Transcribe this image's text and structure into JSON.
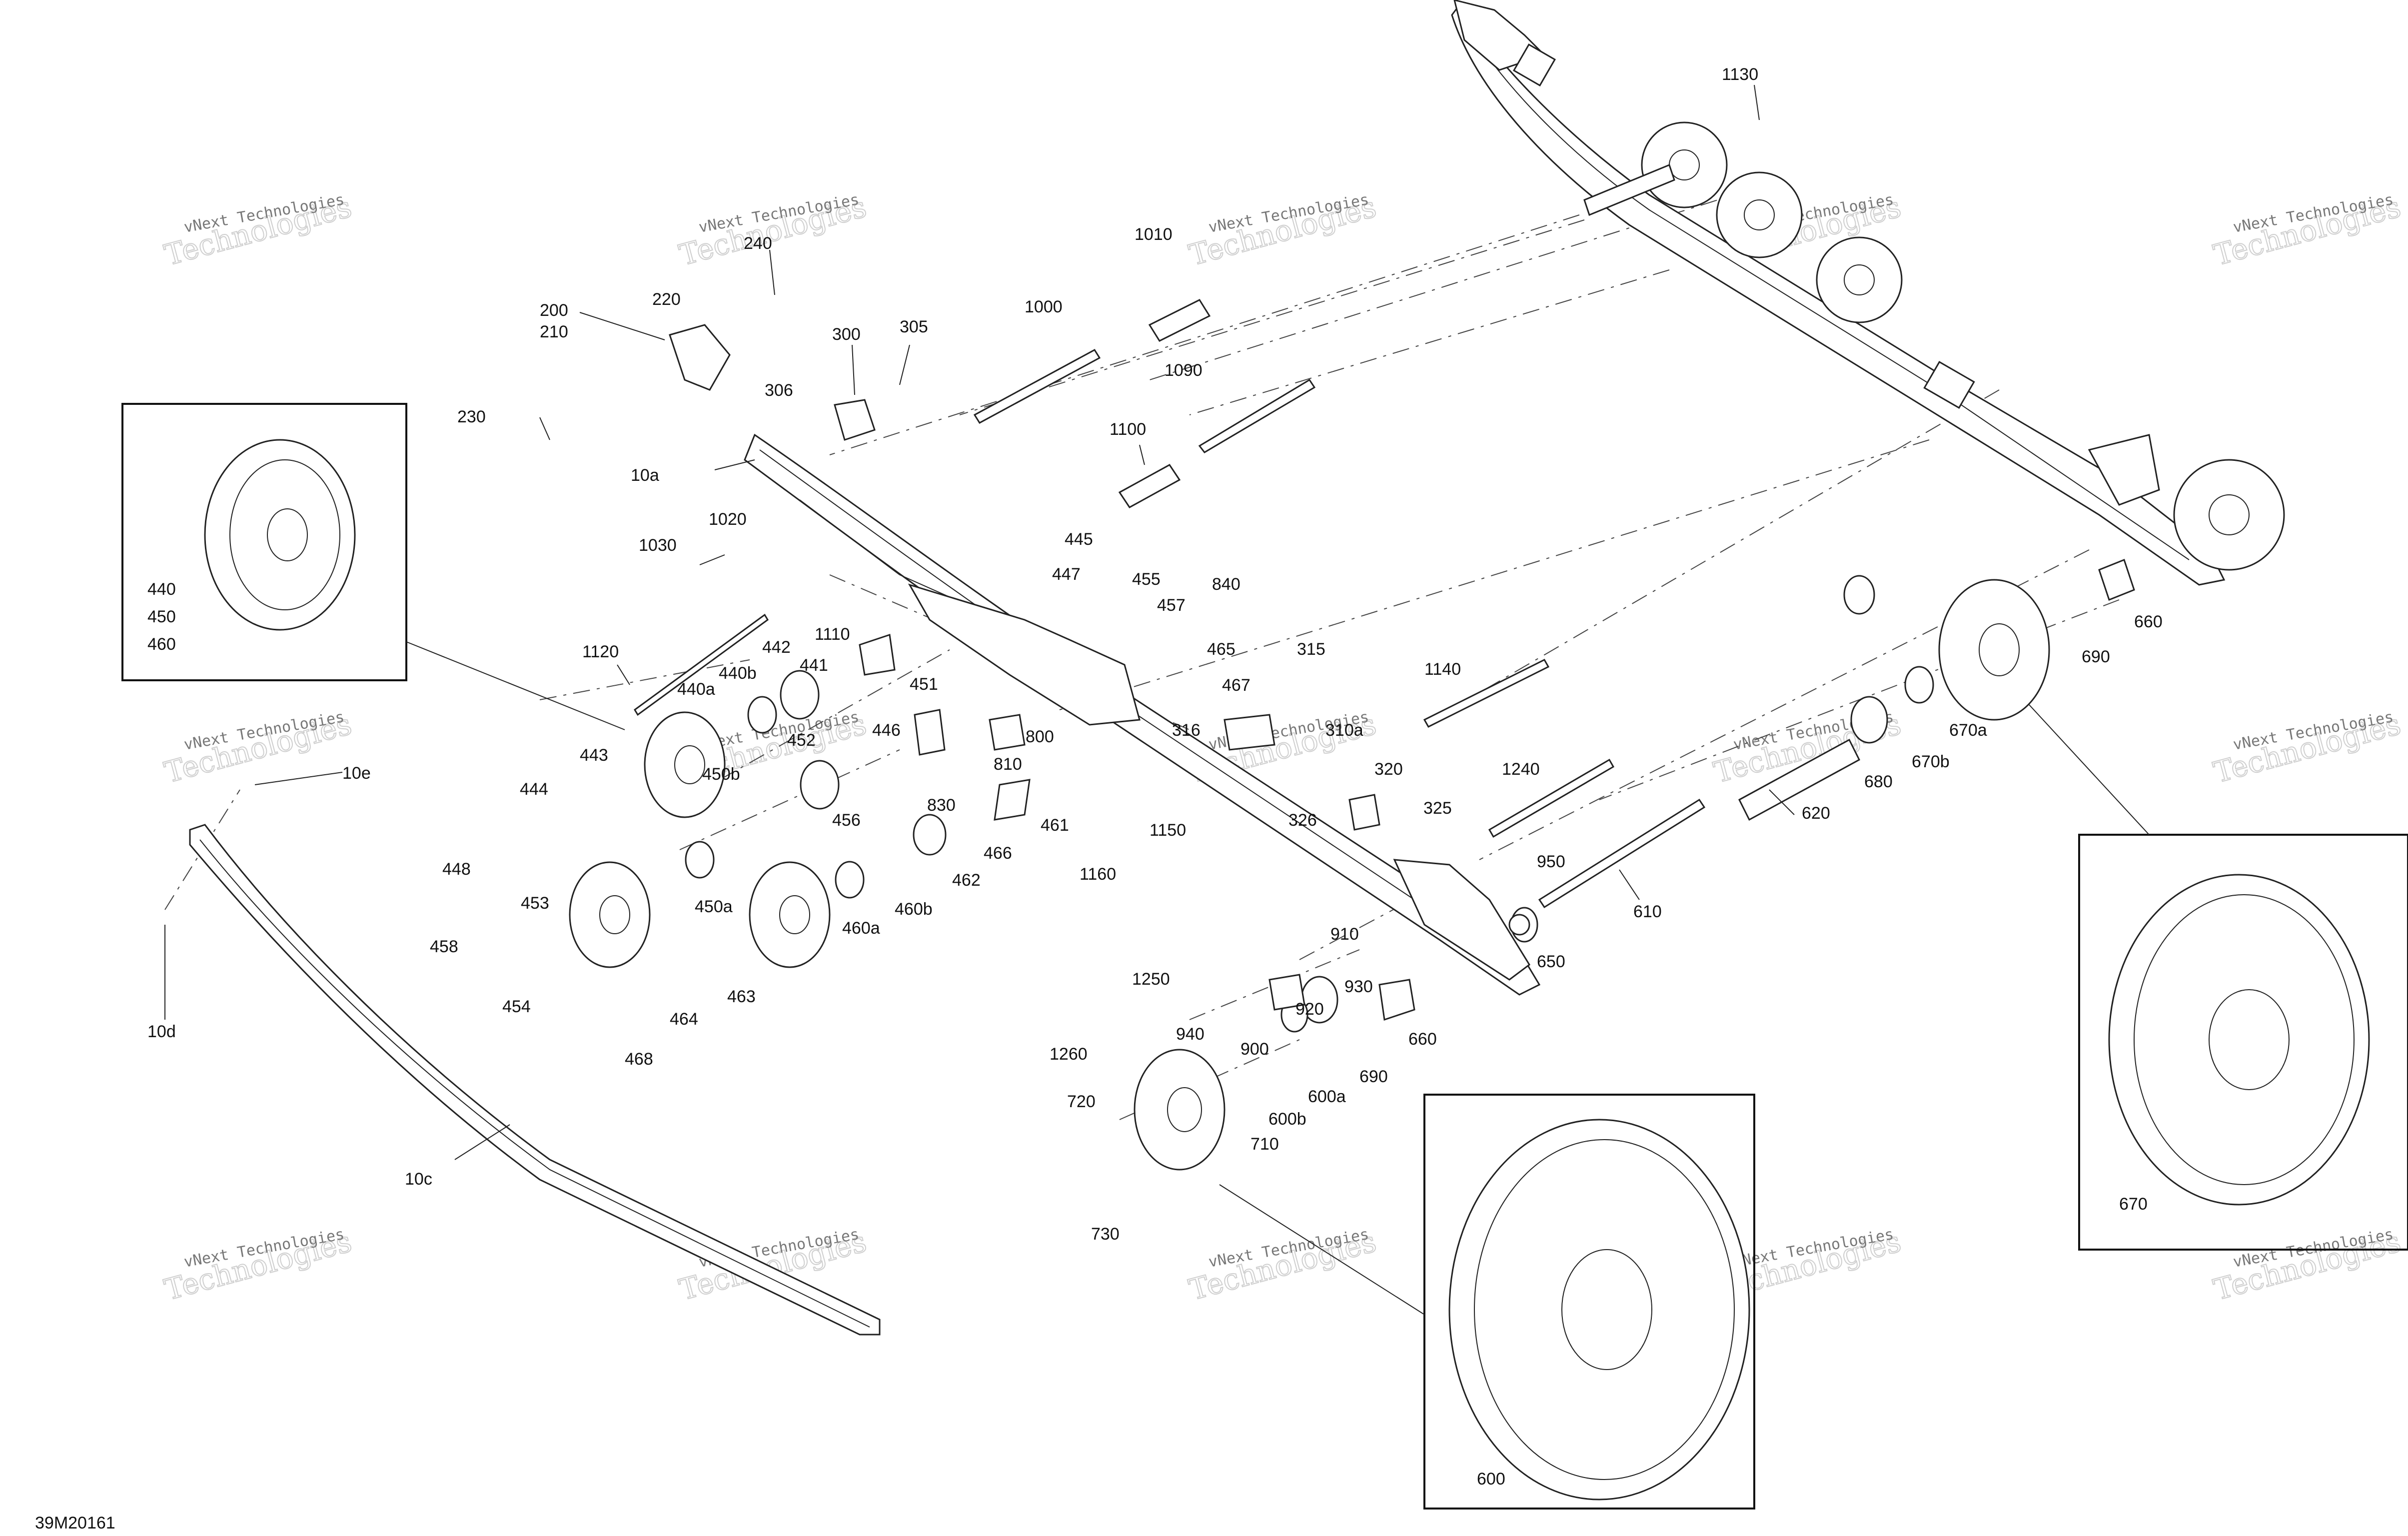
{
  "diagram": {
    "reference_code": "39M20161",
    "watermark": {
      "line1": "vNext Technologies",
      "line2": "Technologies"
    },
    "callouts": [
      {
        "id": "1130",
        "text": "1130"
      },
      {
        "id": "240",
        "text": "240"
      },
      {
        "id": "1010",
        "text": "1010"
      },
      {
        "id": "220",
        "text": "220"
      },
      {
        "id": "200",
        "text": "200"
      },
      {
        "id": "210",
        "text": "210"
      },
      {
        "id": "300",
        "text": "300"
      },
      {
        "id": "305",
        "text": "305"
      },
      {
        "id": "1000",
        "text": "1000"
      },
      {
        "id": "1090",
        "text": "1090"
      },
      {
        "id": "230",
        "text": "230"
      },
      {
        "id": "306",
        "text": "306"
      },
      {
        "id": "1100",
        "text": "1100"
      },
      {
        "id": "10a",
        "text": "10a"
      },
      {
        "id": "1020",
        "text": "1020"
      },
      {
        "id": "1030",
        "text": "1030"
      },
      {
        "id": "445",
        "text": "445"
      },
      {
        "id": "447",
        "text": "447"
      },
      {
        "id": "455",
        "text": "455"
      },
      {
        "id": "840",
        "text": "840"
      },
      {
        "id": "457",
        "text": "457"
      },
      {
        "id": "440",
        "text": "440"
      },
      {
        "id": "450",
        "text": "450"
      },
      {
        "id": "460",
        "text": "460"
      },
      {
        "id": "1110",
        "text": "1110"
      },
      {
        "id": "1120",
        "text": "1120"
      },
      {
        "id": "442",
        "text": "442"
      },
      {
        "id": "465",
        "text": "465"
      },
      {
        "id": "315",
        "text": "315"
      },
      {
        "id": "1140",
        "text": "1140"
      },
      {
        "id": "441",
        "text": "441"
      },
      {
        "id": "440b",
        "text": "440b"
      },
      {
        "id": "451",
        "text": "451"
      },
      {
        "id": "467",
        "text": "467"
      },
      {
        "id": "440a",
        "text": "440a"
      },
      {
        "id": "446",
        "text": "446"
      },
      {
        "id": "316",
        "text": "316"
      },
      {
        "id": "310a",
        "text": "310a"
      },
      {
        "id": "452",
        "text": "452"
      },
      {
        "id": "800",
        "text": "800"
      },
      {
        "id": "10e",
        "text": "10e"
      },
      {
        "id": "443",
        "text": "443"
      },
      {
        "id": "450b",
        "text": "450b"
      },
      {
        "id": "810",
        "text": "810"
      },
      {
        "id": "320",
        "text": "320"
      },
      {
        "id": "1240",
        "text": "1240"
      },
      {
        "id": "325",
        "text": "325"
      },
      {
        "id": "444",
        "text": "444"
      },
      {
        "id": "456",
        "text": "456"
      },
      {
        "id": "830",
        "text": "830"
      },
      {
        "id": "461",
        "text": "461"
      },
      {
        "id": "326",
        "text": "326"
      },
      {
        "id": "1150",
        "text": "1150"
      },
      {
        "id": "466",
        "text": "466"
      },
      {
        "id": "448",
        "text": "448"
      },
      {
        "id": "462",
        "text": "462"
      },
      {
        "id": "950",
        "text": "950"
      },
      {
        "id": "1160",
        "text": "1160"
      },
      {
        "id": "610",
        "text": "610"
      },
      {
        "id": "453",
        "text": "453"
      },
      {
        "id": "450a",
        "text": "450a"
      },
      {
        "id": "460a",
        "text": "460a"
      },
      {
        "id": "460b",
        "text": "460b"
      },
      {
        "id": "910",
        "text": "910"
      },
      {
        "id": "650",
        "text": "650"
      },
      {
        "id": "458",
        "text": "458"
      },
      {
        "id": "454",
        "text": "454"
      },
      {
        "id": "463",
        "text": "463"
      },
      {
        "id": "930",
        "text": "930"
      },
      {
        "id": "1250",
        "text": "1250"
      },
      {
        "id": "10d",
        "text": "10d"
      },
      {
        "id": "464",
        "text": "464"
      },
      {
        "id": "920",
        "text": "920"
      },
      {
        "id": "660_lower",
        "text": "660"
      },
      {
        "id": "940",
        "text": "940"
      },
      {
        "id": "1260",
        "text": "1260"
      },
      {
        "id": "900",
        "text": "900"
      },
      {
        "id": "690_lower",
        "text": "690"
      },
      {
        "id": "468",
        "text": "468"
      },
      {
        "id": "600a",
        "text": "600a"
      },
      {
        "id": "720",
        "text": "720"
      },
      {
        "id": "600b",
        "text": "600b"
      },
      {
        "id": "710",
        "text": "710"
      },
      {
        "id": "10c",
        "text": "10c"
      },
      {
        "id": "730",
        "text": "730"
      },
      {
        "id": "660_upper",
        "text": "660"
      },
      {
        "id": "690_upper",
        "text": "690"
      },
      {
        "id": "670a",
        "text": "670a"
      },
      {
        "id": "670b",
        "text": "670b"
      },
      {
        "id": "680",
        "text": "680"
      },
      {
        "id": "620",
        "text": "620"
      }
    ],
    "detail_views": [
      {
        "id": "inset_440",
        "lines": [
          "440",
          "450",
          "460"
        ]
      },
      {
        "id": "inset_670",
        "lines": [
          "670"
        ]
      },
      {
        "id": "inset_600",
        "lines": [
          "600"
        ]
      }
    ]
  }
}
